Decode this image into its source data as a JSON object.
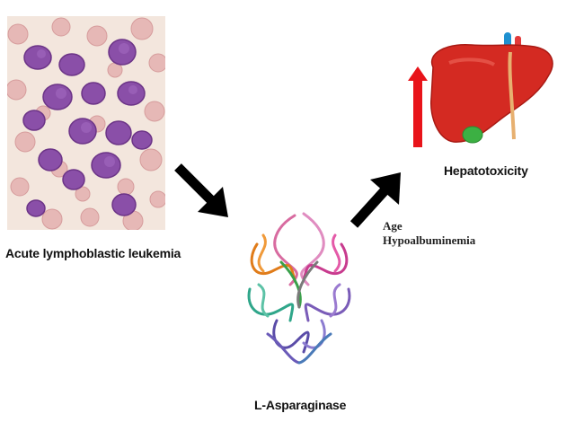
{
  "labels": {
    "disease": "Acute lymphoblastic leukemia",
    "drug": "L-Asparaginase",
    "outcome": "Hepatotoxicity"
  },
  "risk_factors": [
    "Age",
    "Hypoalbuminemia"
  ],
  "colors": {
    "arrow": "#000000",
    "increase_arrow": "#e8141a",
    "liver": "#d42a22",
    "gallbladder": "#3cb043",
    "blast_cell": "#8a4fa8",
    "red_cell": "#e7b9b8",
    "smear_background": "#f3e6dd"
  },
  "icons": {
    "smear": "blood-smear-micrograph",
    "protein": "protein-structure-ribbon",
    "liver": "liver-illustration"
  }
}
